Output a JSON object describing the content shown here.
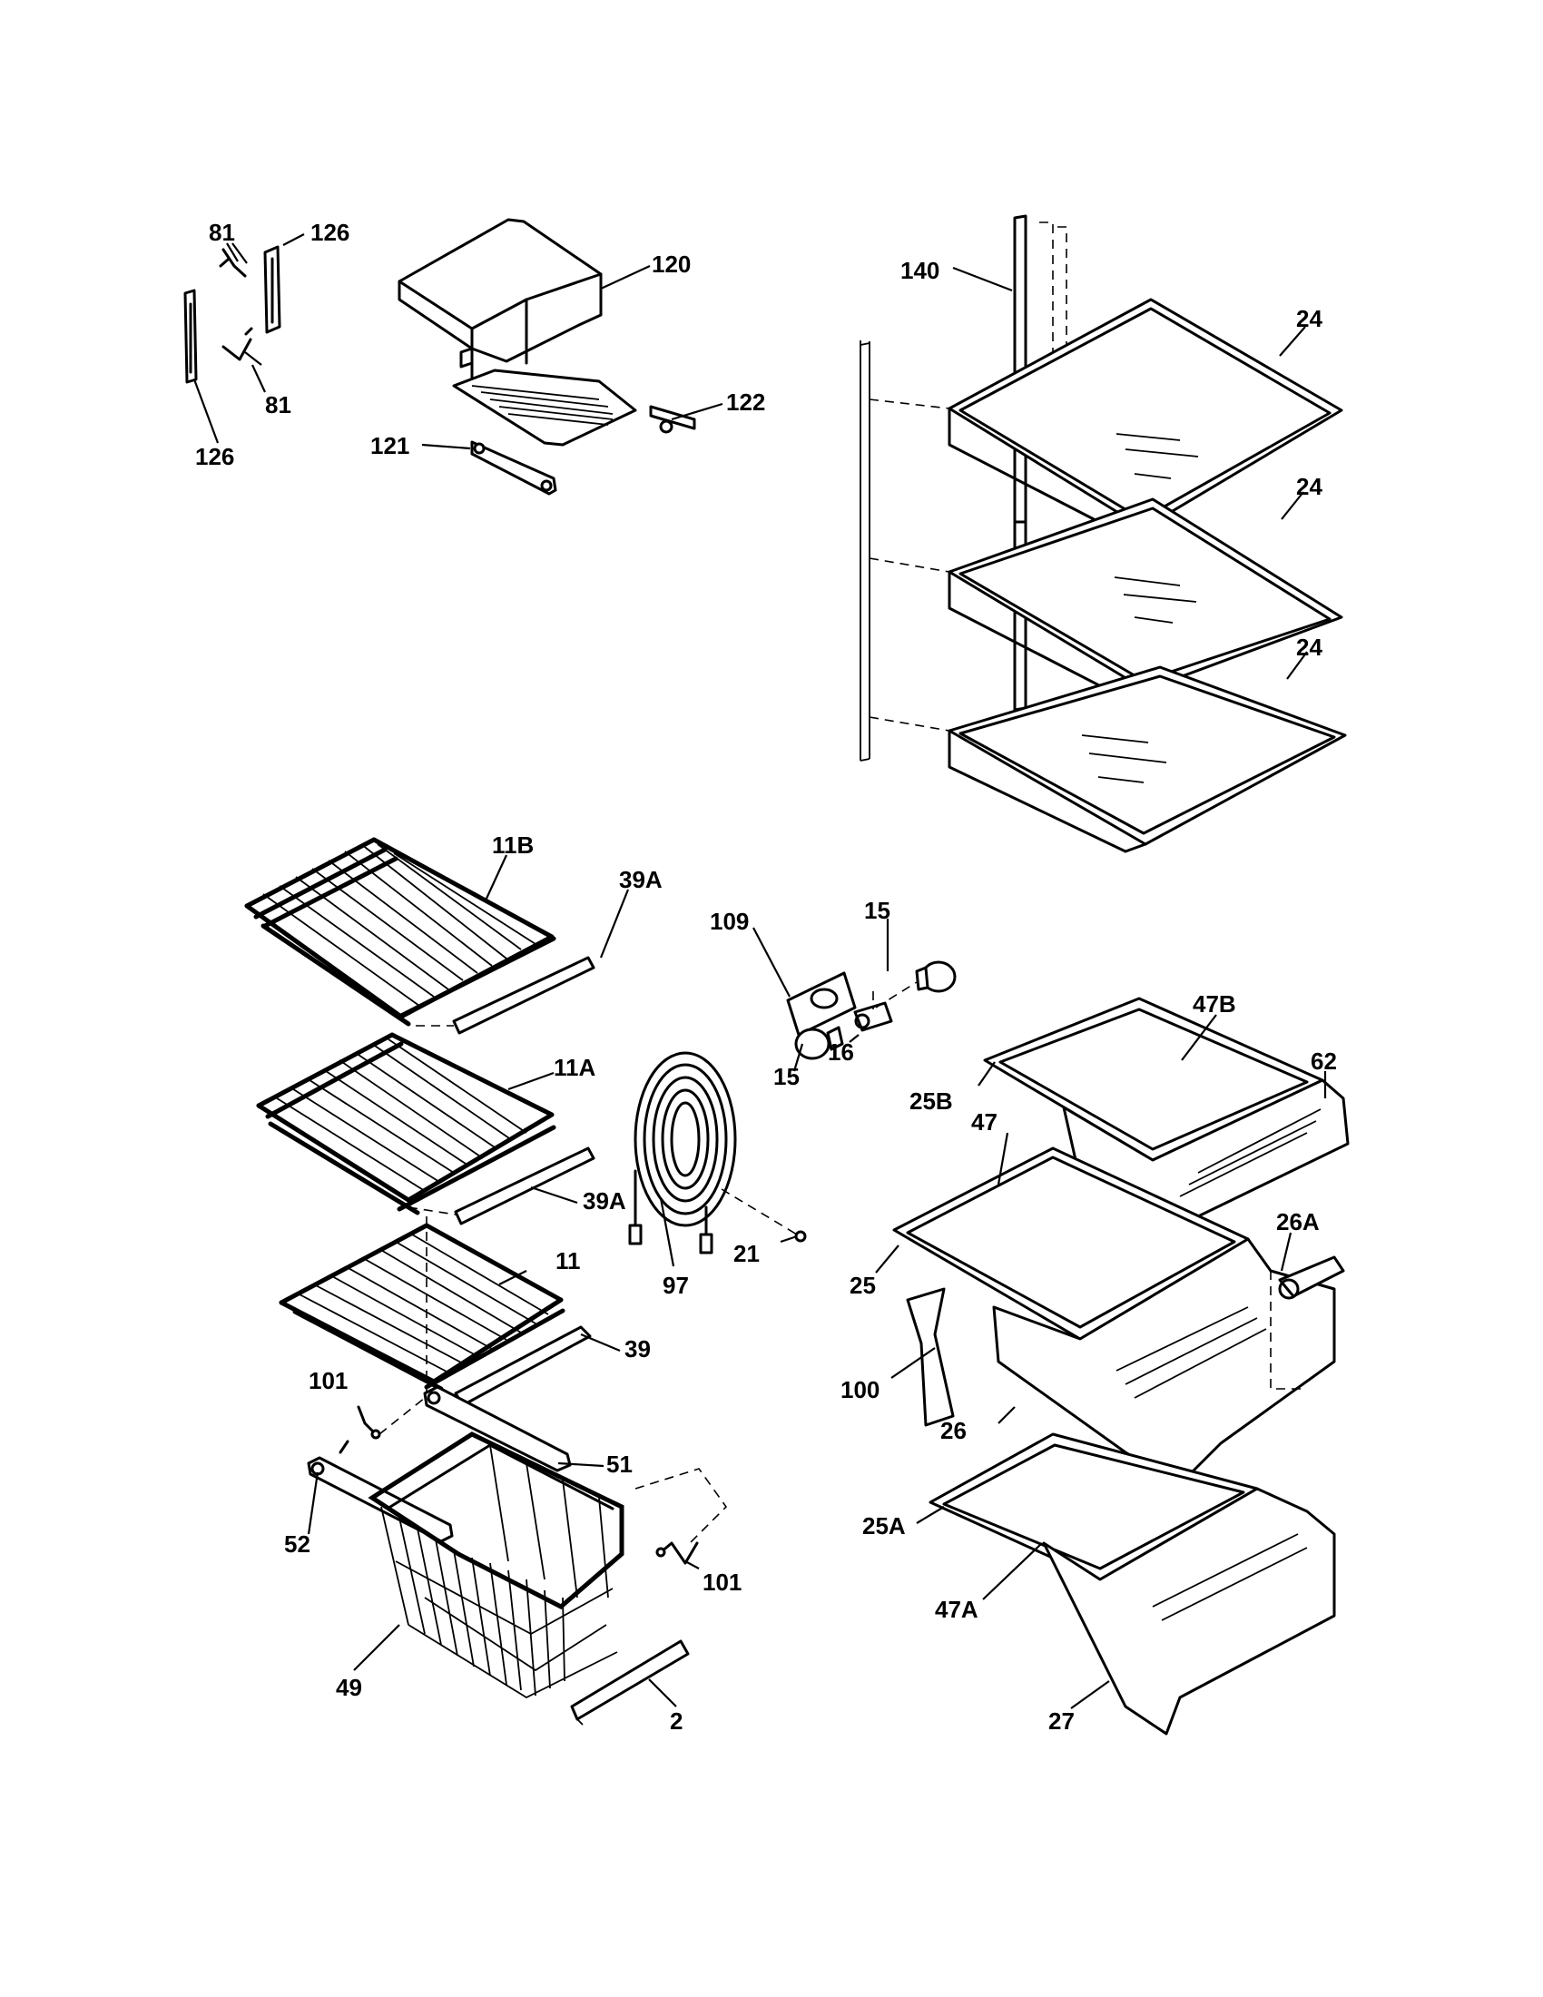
{
  "diagram": {
    "type": "exploded parts diagram",
    "callouts": [
      {
        "id": "c81a",
        "label": "81"
      },
      {
        "id": "c126a",
        "label": "126"
      },
      {
        "id": "c120",
        "label": "120"
      },
      {
        "id": "c140",
        "label": "140"
      },
      {
        "id": "c24a",
        "label": "24"
      },
      {
        "id": "c81b",
        "label": "81"
      },
      {
        "id": "c122",
        "label": "122"
      },
      {
        "id": "c121",
        "label": "121"
      },
      {
        "id": "c126b",
        "label": "126"
      },
      {
        "id": "c24b",
        "label": "24"
      },
      {
        "id": "c24c",
        "label": "24"
      },
      {
        "id": "c11b",
        "label": "11B"
      },
      {
        "id": "c39a1",
        "label": "39A"
      },
      {
        "id": "c109",
        "label": "109"
      },
      {
        "id": "c15a",
        "label": "15"
      },
      {
        "id": "c47b",
        "label": "47B"
      },
      {
        "id": "c62",
        "label": "62"
      },
      {
        "id": "c16",
        "label": "16"
      },
      {
        "id": "c15b",
        "label": "15"
      },
      {
        "id": "c11a",
        "label": "11A"
      },
      {
        "id": "c25b",
        "label": "25B"
      },
      {
        "id": "c47",
        "label": "47"
      },
      {
        "id": "c39a2",
        "label": "39A"
      },
      {
        "id": "c26a",
        "label": "26A"
      },
      {
        "id": "c11",
        "label": "11"
      },
      {
        "id": "c21",
        "label": "21"
      },
      {
        "id": "c97",
        "label": "97"
      },
      {
        "id": "c25",
        "label": "25"
      },
      {
        "id": "c39",
        "label": "39"
      },
      {
        "id": "c100",
        "label": "100"
      },
      {
        "id": "c101a",
        "label": "101"
      },
      {
        "id": "c26",
        "label": "26"
      },
      {
        "id": "c51",
        "label": "51"
      },
      {
        "id": "c25a",
        "label": "25A"
      },
      {
        "id": "c52",
        "label": "52"
      },
      {
        "id": "c101b",
        "label": "101"
      },
      {
        "id": "c47a",
        "label": "47A"
      },
      {
        "id": "c49",
        "label": "49"
      },
      {
        "id": "c2",
        "label": "2"
      },
      {
        "id": "c27",
        "label": "27"
      }
    ]
  }
}
